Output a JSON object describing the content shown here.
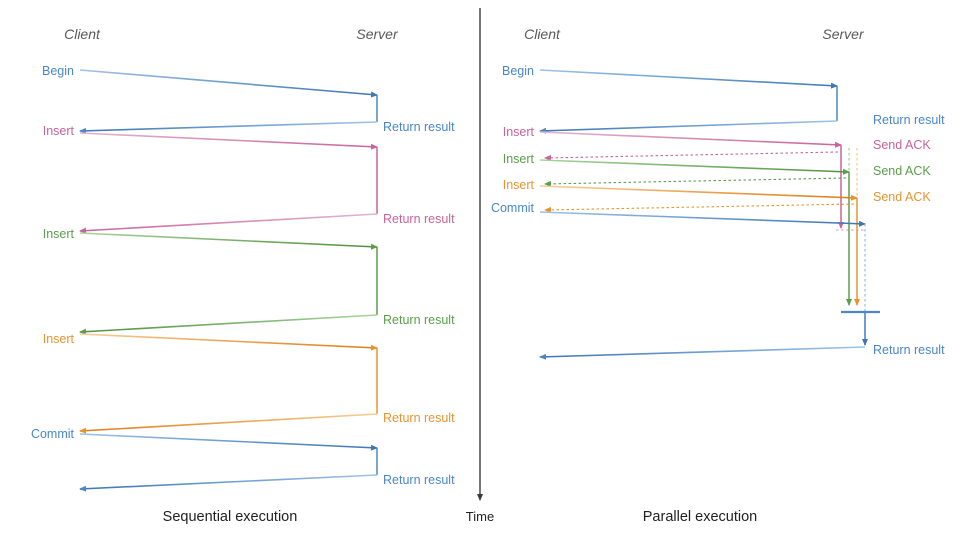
{
  "figure": {
    "title_left": "Sequential execution",
    "title_right": "Parallel execution",
    "time_axis_label": "Time"
  },
  "colors": {
    "blue": "#4a86c8",
    "blue_dark": "#3f76b4",
    "pink": "#c9639a",
    "green": "#5a9e4a",
    "orange": "#e8942e",
    "divider": "#3a3a3a",
    "header_text": "#595959",
    "caption_text": "#222222"
  },
  "left_panel": {
    "lifelines": {
      "client": "Client",
      "server": "Server"
    },
    "client_labels": [
      {
        "text": "Begin",
        "color": "blue"
      },
      {
        "text": "Insert",
        "color": "pink"
      },
      {
        "text": "Insert",
        "color": "green"
      },
      {
        "text": "Insert",
        "color": "orange"
      },
      {
        "text": "Commit",
        "color": "blue"
      }
    ],
    "server_labels": [
      {
        "text": "Return result",
        "color": "blue"
      },
      {
        "text": "Return result",
        "color": "pink"
      },
      {
        "text": "Return result",
        "color": "green"
      },
      {
        "text": "Return result",
        "color": "orange"
      },
      {
        "text": "Return result",
        "color": "blue"
      }
    ]
  },
  "right_panel": {
    "lifelines": {
      "client": "Client",
      "server": "Server"
    },
    "client_labels": [
      {
        "text": "Begin",
        "color": "blue"
      },
      {
        "text": "Insert",
        "color": "pink"
      },
      {
        "text": "Insert",
        "color": "green"
      },
      {
        "text": "Insert",
        "color": "orange"
      },
      {
        "text": "Commit",
        "color": "blue"
      }
    ],
    "server_labels": [
      {
        "text": "Return result",
        "color": "blue"
      },
      {
        "text": "Send ACK",
        "color": "pink"
      },
      {
        "text": "Send ACK",
        "color": "green"
      },
      {
        "text": "Send ACK",
        "color": "orange"
      },
      {
        "text": "Return result",
        "color": "blue"
      }
    ]
  }
}
